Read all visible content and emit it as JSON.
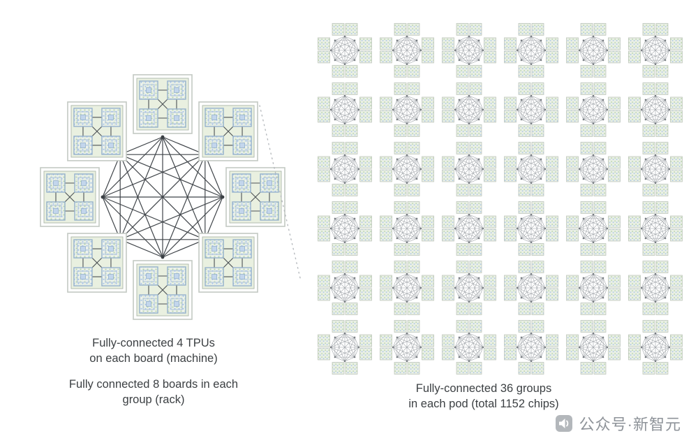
{
  "captions": {
    "board": {
      "line1": "Fully-connected 4 TPUs",
      "line2": "on each board (machine)"
    },
    "group": {
      "line1": "Fully connected 8 boards in each",
      "line2": "group (rack)"
    },
    "pod": {
      "line1": "Fully-connected 36 groups",
      "line2": "in each pod (total 1152 chips)"
    }
  },
  "watermark": {
    "icon": "speaker-icon",
    "text": "公众号·新智元"
  },
  "topology": {
    "tpus_per_board": 4,
    "boards_per_group": 8,
    "groups_per_pod": 36,
    "total_chips": 1152,
    "pod_grid": {
      "rows": 6,
      "cols": 6
    }
  },
  "colors": {
    "edge": "#3f4449",
    "mini_edge": "#989da2",
    "board_fill": "#e9f0e0",
    "board_border": "#c3c9c3",
    "board_inner_border": "#b2bcb0",
    "chip_fill": "#edf2ea",
    "chip_border": "#95b1cd",
    "speckle_green": "#b9d5b1",
    "speckle_blue": "#adc8e6",
    "mini_board_border": "#b7c1b5",
    "dotted_link": "#b6babe",
    "text": "#3c4043",
    "watermark": "#8e9399"
  }
}
